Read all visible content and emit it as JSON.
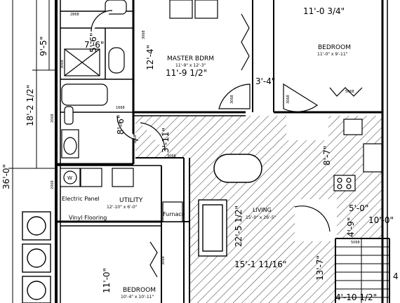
{
  "rooms": {
    "master_bdrm": {
      "name": "MASTER BDRM",
      "size": "11'-9\" x 12'-3\""
    },
    "bedroom_1": {
      "name": "BEDROOM",
      "size": "11'-0\" x 9'-11\""
    },
    "utility": {
      "name": "UTILITY",
      "size": "12'-10\" x 6'-0\""
    },
    "living": {
      "name": "LIVING",
      "size": "15'-0\" x 26'-5\""
    },
    "bedroom_2": {
      "name": "BEDROOM",
      "size": "10'-4\" x 10'-11\""
    }
  },
  "labels": {
    "electric_panel": "Electric Panel",
    "vinyl_flooring": "Vinyl Flooring",
    "furnace": "Furnace",
    "washer": "W"
  },
  "dimensions": {
    "d_36": "36'-0\"",
    "d_18_2": "18'-2 1/2\"",
    "d_9_5": "9'-5\"",
    "d_5_6": "5'-6\"",
    "d_7_6": "7'-6\"",
    "d_12_4": "12'-4\"",
    "d_11_9": "11'-9 1/2\"",
    "d_11_0": "11'-0 3/4\"",
    "d_3_4": "3'-4\"",
    "d_8_6": "8'-6\"",
    "d_3_11": "3'-11\"",
    "d_8_7": "8'-7\"",
    "d_22_5": "22'-5 1/2\"",
    "d_15_1": "15'-1 11/16\"",
    "d_5_0": "5'-0\"",
    "d_10_0": "10'-0\"",
    "d_13_7": "13'-7\"",
    "d_4_9": "4'-9\"",
    "d_11_0b": "11'-0\"",
    "d_4_10": "4'-10 1/2\"",
    "d_4": "4"
  },
  "codes": {
    "c2868": "2868",
    "c3068a": "3068",
    "c3068b": "3068",
    "c3068c": "3068",
    "c3068d": "3068",
    "c3068e": "3068",
    "c3068f": "3068",
    "c1668": "1668",
    "c2068a": "2068",
    "c2068b": "2068",
    "c5068a": "5068",
    "c5068b": "5068",
    "c3068g": "3068"
  }
}
